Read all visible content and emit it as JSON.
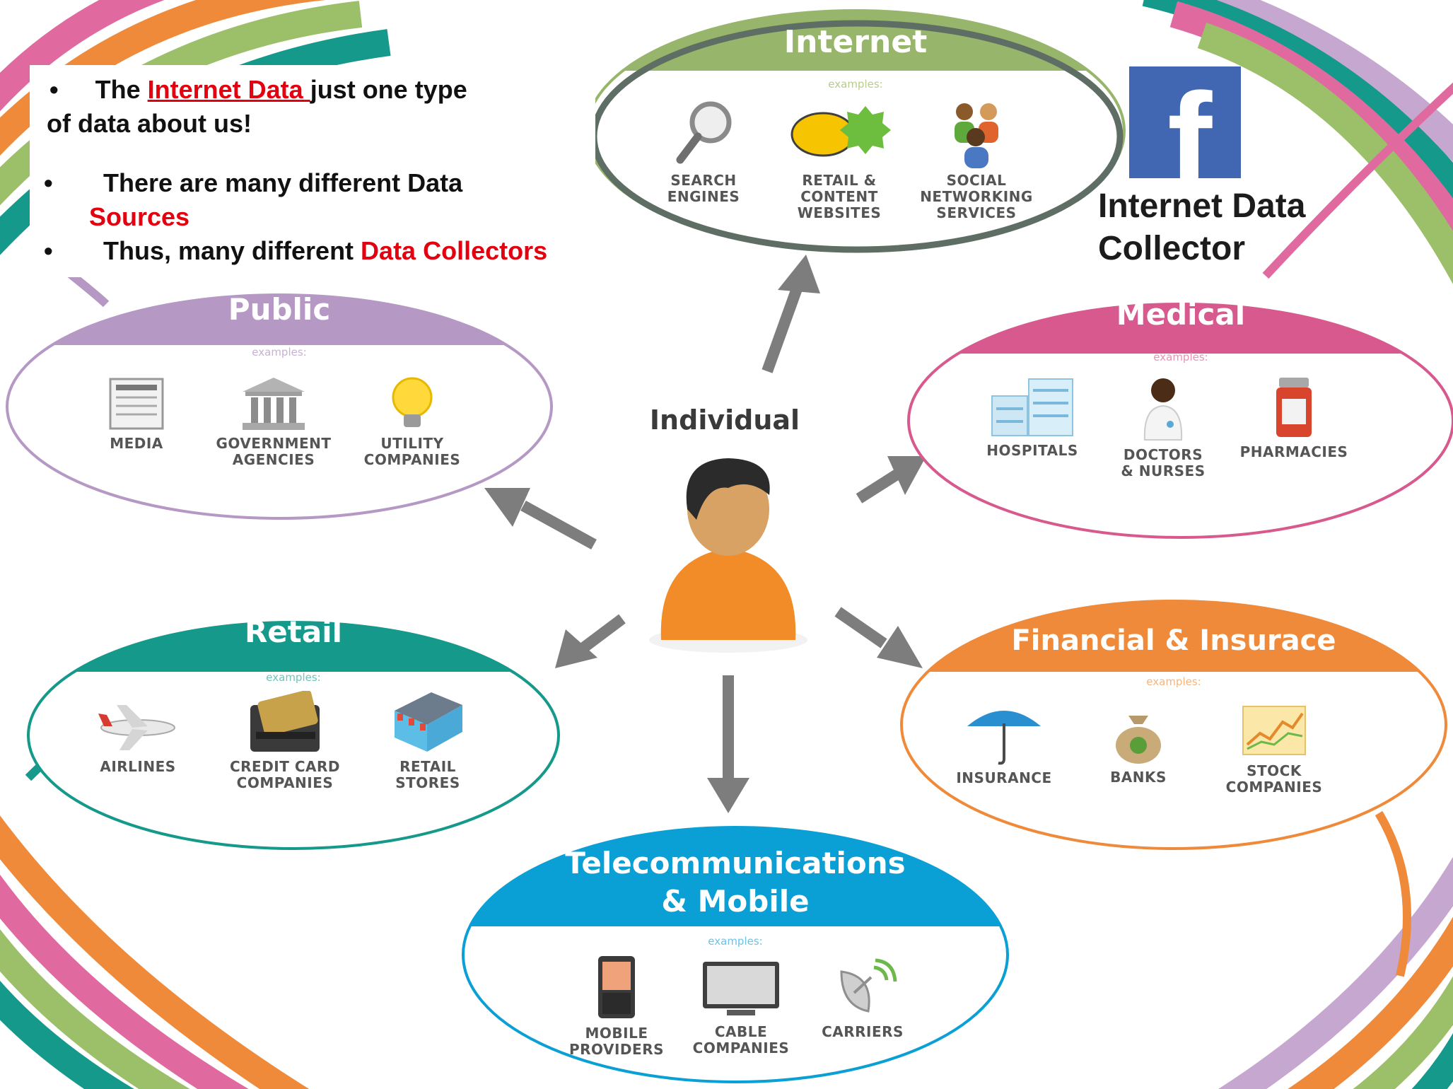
{
  "notes": {
    "line1_prefix": "The ",
    "line1_link": "Internet Data ",
    "line1_suffix": "just one type",
    "line2": "of data about us!",
    "line3": "There are many different Data",
    "line4": "Sources",
    "line5_prefix": "Thus, many different ",
    "line5_red": "Data Collectors",
    "bullet": "•"
  },
  "facebook_logo": {
    "letter": "f",
    "color": "#4267b2"
  },
  "collector_label": {
    "line1": "Internet Data",
    "line2": "Collector"
  },
  "individual": {
    "title": "Individual"
  },
  "hubs": {
    "internet": {
      "title": "Internet",
      "examples": "examples:",
      "color": "#97b56b",
      "items": [
        "SEARCH\nENGINES",
        "RETAIL &\nCONTENT\nWEBSITES",
        "SOCIAL\nNETWORKING\nSERVICES"
      ]
    },
    "public": {
      "title": "Public",
      "examples": "examples:",
      "color": "#b698c4",
      "items": [
        "MEDIA",
        "GOVERNMENT\nAGENCIES",
        "UTILITY\nCOMPANIES"
      ]
    },
    "medical": {
      "title": "Medical",
      "examples": "examples:",
      "color": "#d8598d",
      "items": [
        "HOSPITALS",
        "DOCTORS\n& NURSES",
        "PHARMACIES"
      ]
    },
    "retail": {
      "title": "Retail",
      "examples": "examples:",
      "color": "#14998a",
      "items": [
        "AIRLINES",
        "CREDIT CARD\nCOMPANIES",
        "RETAIL\nSTORES"
      ]
    },
    "financial": {
      "title": "Financial & Insurace",
      "examples": "examples:",
      "color": "#ef8a3a",
      "items": [
        "INSURANCE",
        "BANKS",
        "STOCK\nCOMPANIES"
      ]
    },
    "telecom": {
      "title_line1": "Telecommunications",
      "title_line2": "& Mobile",
      "examples": "examples:",
      "color": "#0a9fd5",
      "items": [
        "MOBILE\nPROVIDERS",
        "CABLE\nCOMPANIES",
        "CARRIERS"
      ]
    }
  }
}
